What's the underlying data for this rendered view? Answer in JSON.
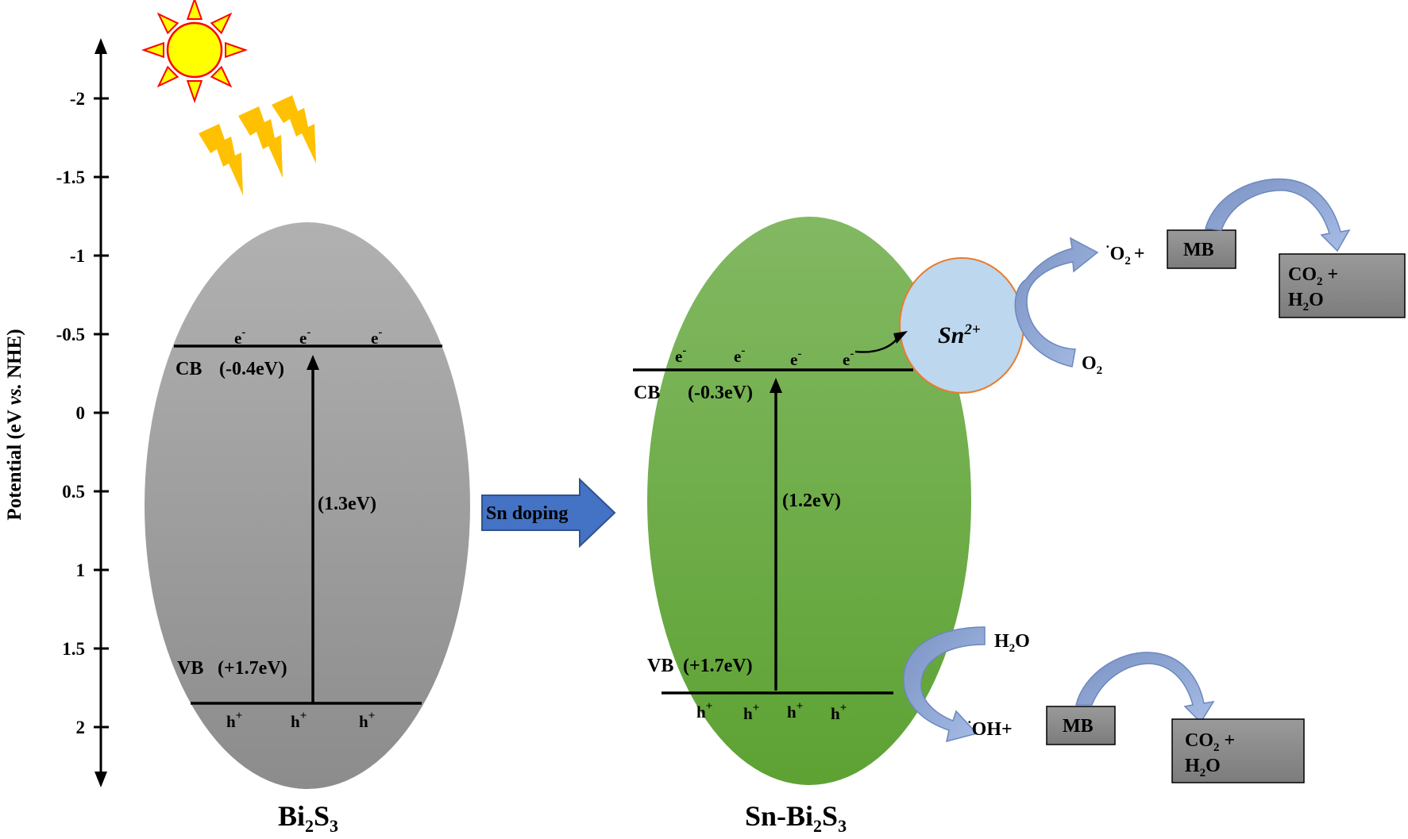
{
  "axis": {
    "title_part1": "Potential (eV ",
    "title_vs": "vs.",
    "title_part2": " NHE)",
    "ticks": [
      "-2",
      "-1.5",
      "-1",
      "-0.5",
      "0",
      "0.5",
      "1",
      "1.5",
      "2"
    ]
  },
  "left": {
    "cb_label": "CB",
    "cb_value": "(-0.4eV)",
    "vb_label": "VB",
    "vb_value": "(+1.7eV)",
    "gap": "(1.3eV)",
    "electron": "e",
    "hole": "h",
    "name_bi": "Bi",
    "name_sub2": "2",
    "name_s": "S",
    "name_sub3": "3"
  },
  "doping_label": "Sn doping",
  "right": {
    "cb_label": "CB",
    "cb_value": "(-0.3eV)",
    "vb_label": "VB",
    "vb_value": "(+1.7eV)",
    "gap": "(1.2eV)",
    "electron": "e",
    "hole": "h",
    "name_prefix": "Sn-Bi",
    "name_sub2": "2",
    "name_s": "S",
    "name_sub3": "3"
  },
  "sn_ion": "Sn",
  "sn_charge": "2+",
  "reactions": {
    "o2": "O",
    "o2_sub": "2",
    "superoxide": "O",
    "superoxide_sub": "2",
    "plus": "+",
    "mb": "MB",
    "co2_line1": "CO",
    "co2_sub": "2",
    "co2_plus": " +",
    "h2o": "H",
    "h2o_sub": "2",
    "h2o_o": "O",
    "hydroxyl": "OH+"
  },
  "colors": {
    "gray_top": "#b1b1b1",
    "gray_bottom": "#8c8c8c",
    "green_top": "#82b862",
    "green_bottom": "#5da233",
    "sn_fill": "#bdd7ee",
    "sn_stroke": "#e77c2e",
    "doping_arrow": "#4472c4",
    "curved_arrow": "#8faadc",
    "sun": "#ffff00",
    "sun_rays": "#ff0000",
    "lightning": "#ffc000",
    "box": "#888888"
  }
}
